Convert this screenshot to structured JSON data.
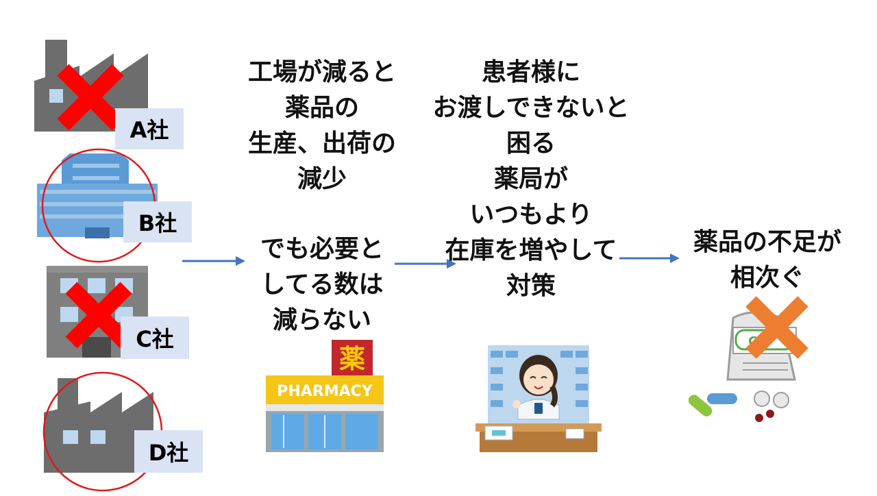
{
  "companies": [
    {
      "label": "A社",
      "mark": "cross"
    },
    {
      "label": "B社",
      "mark": "circle"
    },
    {
      "label": "C社",
      "mark": "cross"
    },
    {
      "label": "D社",
      "mark": "circle"
    }
  ],
  "step1": {
    "text_top": "工場が減ると\n薬品の\n生産、出荷の\n減少",
    "text_bottom": "でも必要と\nしてる数は\n減らない"
  },
  "step2": {
    "text": "患者様に\nお渡しできないと\n困る\n薬局が\nいつもより\n在庫を増やして\n対策"
  },
  "step3": {
    "text": "薬品の不足が\n相次ぐ"
  },
  "pharmacy": {
    "sign": "PHARMACY",
    "kanji": "薬"
  },
  "medicine_box_label": "Ge",
  "colors": {
    "arrow": "#4472c4",
    "label_bg": "#dae3f3",
    "cross_red": "#ff0000",
    "circle_red": "#e0191b",
    "cross_orange": "#ed7d31",
    "factory_gray": "#6d6d6d",
    "building_blue": "#5b9bd5"
  }
}
